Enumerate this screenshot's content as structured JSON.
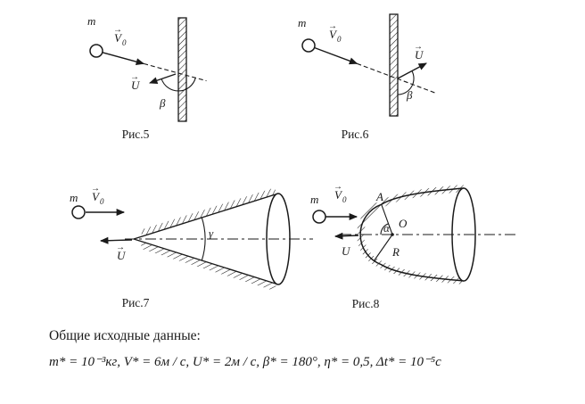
{
  "notation": {
    "vector_arrow": "→"
  },
  "figures": [
    {
      "caption": "Рис.5",
      "mass": "m",
      "velocity": "V",
      "velocity_sub": "0",
      "rebound": "U",
      "angle": "β"
    },
    {
      "caption": "Рис.6",
      "mass": "m",
      "velocity": "V",
      "velocity_sub": "0",
      "rebound": "U",
      "angle": "β"
    },
    {
      "caption": "Рис.7",
      "mass": "m",
      "velocity": "V",
      "velocity_sub": "0",
      "rebound": "U",
      "angle": "γ"
    },
    {
      "caption": "Рис.8",
      "mass": "m",
      "velocity": "V",
      "velocity_sub": "0",
      "rebound": "U",
      "angle": "α",
      "contact_point": "A",
      "center": "O",
      "radius": "R"
    }
  ],
  "general_data": {
    "heading": "Общие исходные данные:",
    "formula": "m* = 10⁻³кг, V* = 6м / с, U* = 2м / с, β* = 180°, η* = 0,5, Δt* = 10⁻⁵с"
  }
}
